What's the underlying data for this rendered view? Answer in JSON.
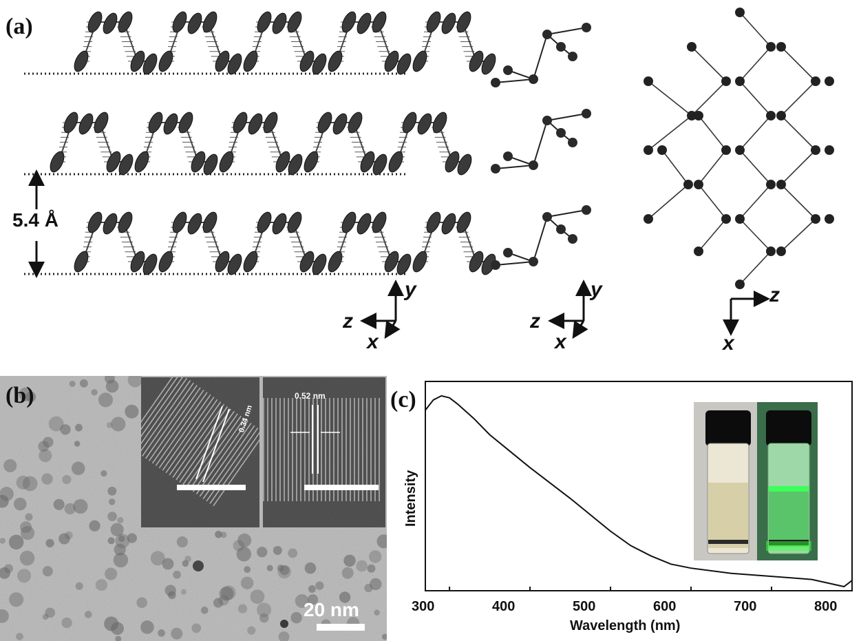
{
  "panel_a": {
    "label": "(a)",
    "spacing_label": "5.4 Å",
    "axes": [
      {
        "vertical": "y",
        "horizontal": "z",
        "diagonal": "x"
      },
      {
        "vertical": "y",
        "horizontal": "z",
        "diagonal": "x"
      },
      {
        "vertical": "x",
        "horizontal": "z"
      }
    ]
  },
  "panel_b": {
    "label": "(b)",
    "scale_bar": "20 nm",
    "inset_1_spacing": "0.34 nm",
    "inset_2_spacing": "0.52 nm"
  },
  "panel_c": {
    "label": "(c)",
    "chart_data": {
      "type": "line",
      "xlabel": "Wavelength (nm)",
      "ylabel": "Intensity",
      "xlim": [
        270,
        800
      ],
      "xticks": [
        300,
        400,
        500,
        600,
        700,
        800
      ],
      "x": [
        270,
        280,
        290,
        300,
        310,
        330,
        350,
        375,
        400,
        450,
        500,
        525,
        550,
        575,
        600,
        650,
        700,
        750,
        790,
        800
      ],
      "y": [
        0.86,
        0.91,
        0.93,
        0.92,
        0.89,
        0.82,
        0.74,
        0.66,
        0.58,
        0.43,
        0.27,
        0.2,
        0.15,
        0.11,
        0.09,
        0.065,
        0.05,
        0.035,
        0.0,
        0.03
      ],
      "ylim": [
        -0.02,
        1.0
      ],
      "line_color": "#111111"
    }
  }
}
